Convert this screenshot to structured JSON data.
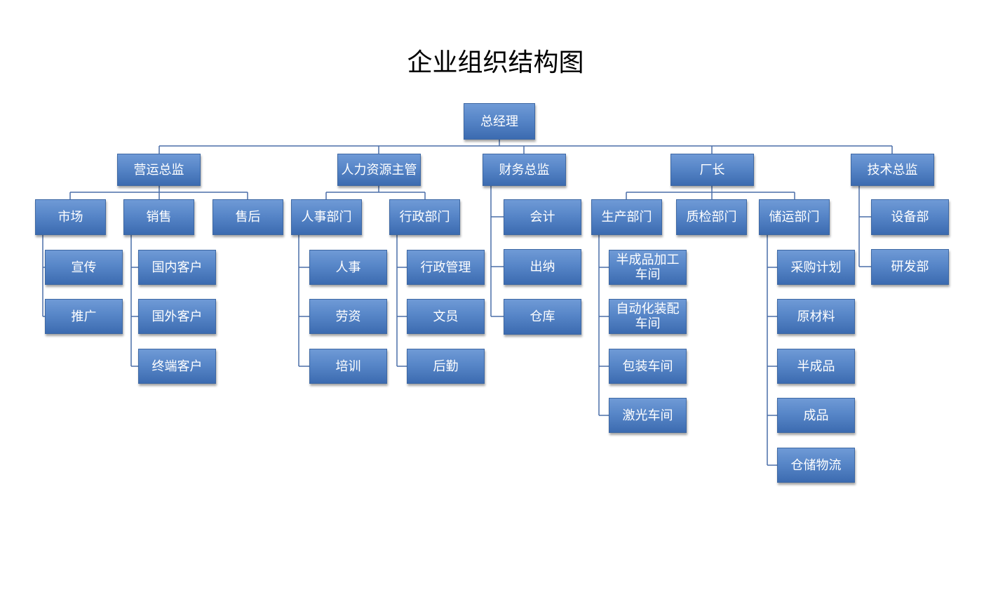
{
  "title": "企业组织结构图",
  "nodes": {
    "ceo": "总经理",
    "ops_director": "营运总监",
    "hr_manager": "人力资源主管",
    "finance_director": "财务总监",
    "factory_director": "厂长",
    "tech_director": "技术总监",
    "market": "市场",
    "sales": "销售",
    "after_sales": "售后",
    "hr_dept": "人事部门",
    "admin_dept": "行政部门",
    "accounting": "会计",
    "cashier": "出纳",
    "warehouse": "仓库",
    "production_dept": "生产部门",
    "qc_dept": "质检部门",
    "logistics_dept": "储运部门",
    "equipment_dept": "设备部",
    "rd_dept": "研发部",
    "publicity": "宣传",
    "promotion": "推广",
    "domestic_customers": "国内客户",
    "foreign_customers": "国外客户",
    "end_customers": "终端客户",
    "personnel": "人事",
    "labor_wages": "劳资",
    "training": "培训",
    "admin_management": "行政管理",
    "clerk": "文员",
    "logistics_support": "后勤",
    "semi_processing_workshop": "半成品加工车间",
    "auto_assembly_workshop": "自动化装配车间",
    "packaging_workshop": "包装车间",
    "laser_workshop": "激光车间",
    "purchase_plan": "采购计划",
    "raw_materials": "原材料",
    "semi_finished": "半成品",
    "finished_products": "成品",
    "warehousing_logistics": "仓储物流"
  },
  "colors": {
    "box_top": "#6f9ad6",
    "box_bottom": "#3c6bb0",
    "box_border": "#3e68a3",
    "connector": "#4a6ea8",
    "text": "#ffffff"
  }
}
